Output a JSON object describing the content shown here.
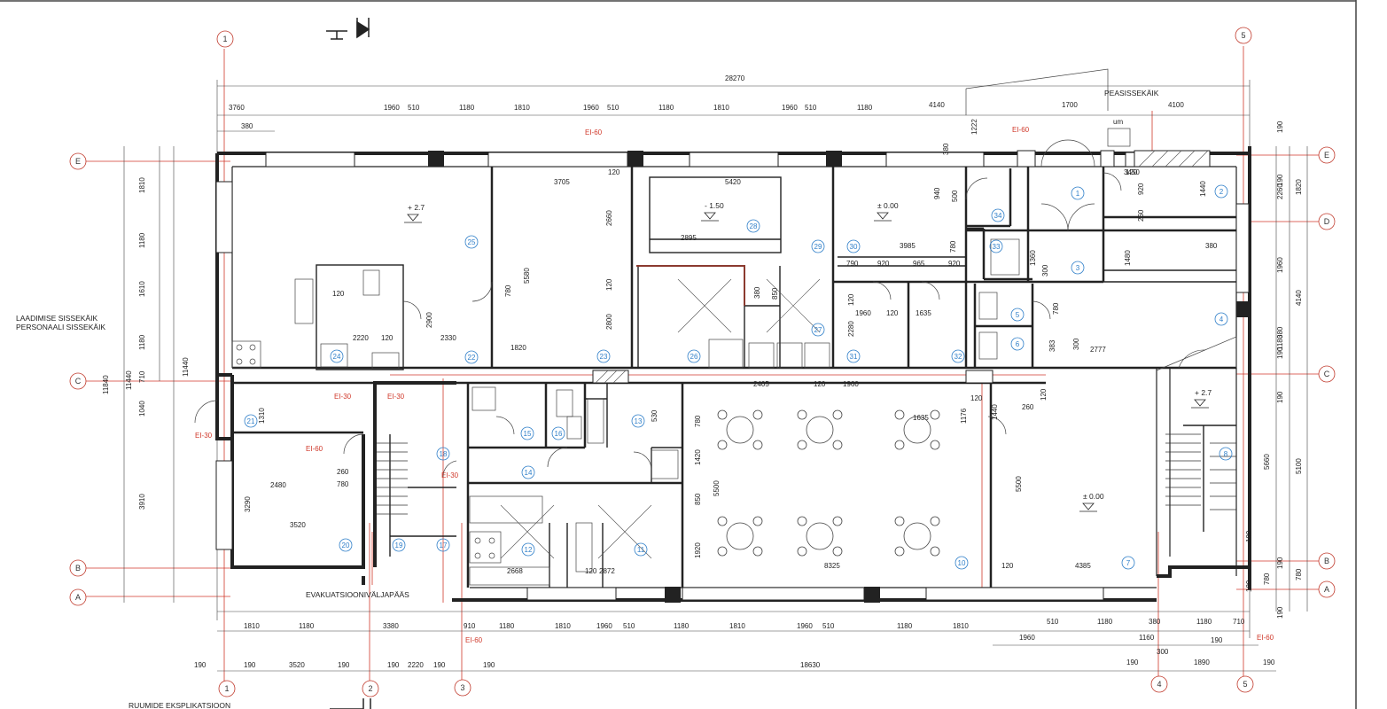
{
  "labels": {
    "loading_entrance": [
      "LAADIMISE SISSEKÄIK",
      "PERSONAALI SISSEKÄIK"
    ],
    "main_entrance": "PEASISSEKÄIK",
    "evacuation_exit": "EVAKUATSIOONIVÄLJAPÄÄS",
    "room_explication": "RUUMIDE EKSPLIKATSIOON",
    "um": "um"
  },
  "grid_axes": {
    "numbers_top": [
      "1",
      "5"
    ],
    "numbers_bottom": [
      "1",
      "2",
      "3",
      "4",
      "5"
    ],
    "letters_left": [
      "E",
      "C",
      "B",
      "A"
    ],
    "letters_right": [
      "E",
      "D",
      "C",
      "B",
      "A"
    ]
  },
  "fire_ratings": [
    "EI-60",
    "EI-60",
    "EI-30",
    "EI-30",
    "EI-60",
    "EI-30",
    "EI-30",
    "EI-60",
    "EI-60"
  ],
  "levels": [
    "+ 2.7",
    "- 1.50",
    "± 0.00",
    "+ 2.7",
    "± 0.00"
  ],
  "room_numbers": [
    "1",
    "2",
    "3",
    "4",
    "5",
    "6",
    "7",
    "8",
    "10",
    "11",
    "12",
    "13",
    "14",
    "15",
    "16",
    "17",
    "18",
    "19",
    "20",
    "21",
    "22",
    "23",
    "24",
    "25",
    "26",
    "27",
    "28",
    "29",
    "30",
    "31",
    "32",
    "33",
    "34"
  ],
  "dimensions": {
    "overall_width": "28270",
    "top_row": [
      "3760",
      "1960",
      "510",
      "1180",
      "1810",
      "1960",
      "510",
      "1180",
      "1810",
      "1960",
      "510",
      "1180",
      "4140",
      "1700",
      "4100"
    ],
    "top_small": [
      "380",
      "120",
      "380",
      "1222"
    ],
    "bottom_row1": [
      "1810",
      "1180",
      "3380",
      "910",
      "1180",
      "1810",
      "1960",
      "510",
      "1180",
      "1810",
      "1960",
      "510",
      "1180",
      "1810",
      "510",
      "1180",
      "380",
      "1180",
      "710"
    ],
    "bottom_row2": [
      "1960",
      "1160",
      "190",
      "300"
    ],
    "bottom_row3": [
      "190",
      "190",
      "3520",
      "190",
      "190",
      "2220",
      "190",
      "190",
      "18630",
      "190",
      "1890",
      "190"
    ],
    "left_col": [
      "1810",
      "1180",
      "1610",
      "1180",
      "710",
      "1040",
      "3910"
    ],
    "left_totals": [
      "11840",
      "11440",
      "11440"
    ],
    "right_col": [
      "190",
      "190",
      "1820",
      "2260",
      "1960",
      "4140",
      "380",
      "1180",
      "190",
      "190",
      "5660",
      "5100",
      "190",
      "190",
      "190",
      "780",
      "780",
      "190"
    ],
    "interior": [
      "3705",
      "5420",
      "2895",
      "2660",
      "5580",
      "2800",
      "2900",
      "2330",
      "2220",
      "120",
      "120",
      "1820",
      "780",
      "850",
      "380",
      "120",
      "3985",
      "790",
      "920",
      "965",
      "920",
      "940",
      "500",
      "780",
      "1360",
      "300",
      "1480",
      "380",
      "3450",
      "1440",
      "920",
      "260",
      "120",
      "1960",
      "120",
      "1635",
      "2280",
      "120",
      "780",
      "300",
      "383",
      "2777",
      "2405",
      "120",
      "1960",
      "1635",
      "1176",
      "1440",
      "260",
      "120",
      "120",
      "1310",
      "260",
      "780",
      "2480",
      "3290",
      "3520",
      "530",
      "780",
      "1420",
      "5500",
      "850",
      "1920",
      "8325",
      "5500",
      "4385",
      "120",
      "2668",
      "2872",
      "120"
    ]
  }
}
